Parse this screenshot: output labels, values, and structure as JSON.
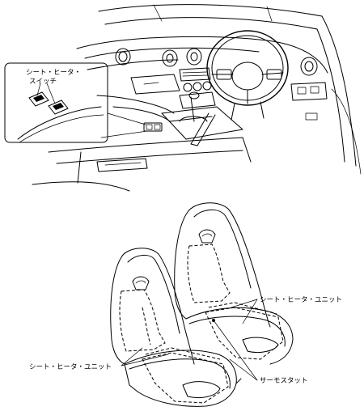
{
  "callouts": {
    "switch_line1": "シート・ヒータ・",
    "switch_line2": "スイッチ",
    "heater_unit_right": "シート・ヒータ・ユニット",
    "heater_unit_left": "シート・ヒータ・ユニット",
    "thermostat": "サーモスタット"
  }
}
